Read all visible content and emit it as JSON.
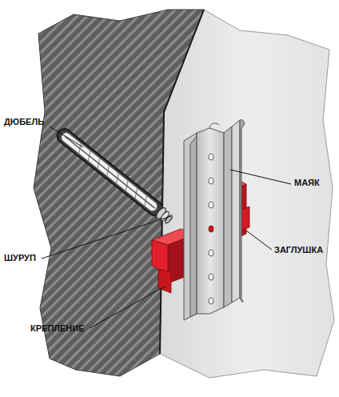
{
  "diagram": {
    "labels": [
      "ДЮБЕЛЬ",
      "ШУРУП",
      "КРЕПЛЕНИЕ",
      "МАЯК",
      "ЗАГЛУШКА"
    ]
  }
}
